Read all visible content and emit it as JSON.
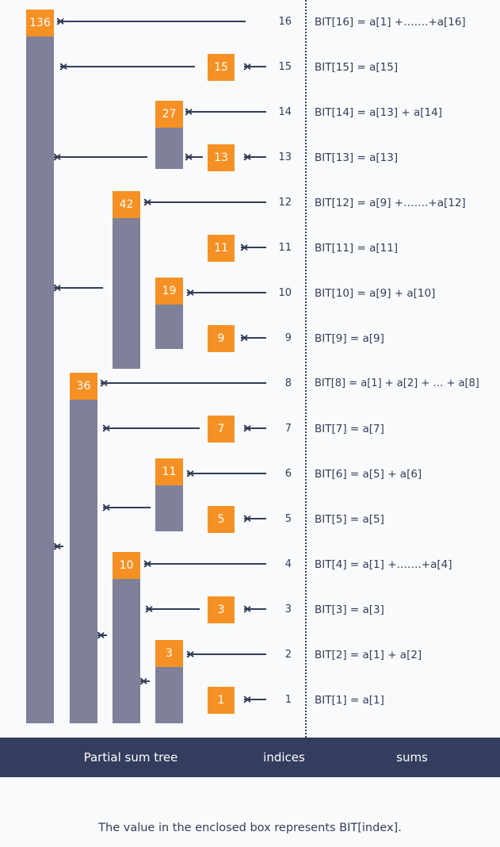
{
  "colors": {
    "background": "#f9fafb",
    "bar": "#7f8099",
    "accent": "#f59124",
    "ink": "#333d57",
    "band": "#333d5e",
    "band_text": "#ffffff"
  },
  "footer": {
    "columns": [
      {
        "label": "Partial sum tree"
      },
      {
        "label": "indices"
      },
      {
        "label": "sums"
      }
    ],
    "caption": "The value in the enclosed box represents BIT[index]."
  },
  "chart_data": {
    "type": "diagram",
    "title": "Binary Indexed Tree (Fenwick tree) partial sum structure",
    "indices": [
      16,
      15,
      14,
      13,
      12,
      11,
      10,
      9,
      8,
      7,
      6,
      5,
      4,
      3,
      2,
      1
    ],
    "bit_values": {
      "16": 136,
      "15": 15,
      "14": 27,
      "13": 13,
      "12": 42,
      "11": 11,
      "10": 19,
      "9": 9,
      "8": 36,
      "7": 7,
      "6": 11,
      "5": 5,
      "4": 10,
      "3": 3,
      "2": 3,
      "1": 1
    },
    "columns": [
      "Partial sum tree",
      "indices",
      "sums"
    ]
  },
  "rows": [
    {
      "index": "16",
      "value": "136",
      "sum": "BIT[16] = a[1] +…….+a[16]"
    },
    {
      "index": "15",
      "value": "15",
      "sum": "BIT[15] = a[15]"
    },
    {
      "index": "14",
      "value": "27",
      "sum": "BIT[14] = a[13] + a[14]"
    },
    {
      "index": "13",
      "value": "13",
      "sum": "BIT[13] = a[13]"
    },
    {
      "index": "12",
      "value": "42",
      "sum": "BIT[12] = a[9] +…….+a[12]"
    },
    {
      "index": "11",
      "value": "11",
      "sum": "BIT[11] = a[11]"
    },
    {
      "index": "10",
      "value": "19",
      "sum": "BIT[10] = a[9] + a[10]"
    },
    {
      "index": "9",
      "value": "9",
      "sum": "BIT[9] = a[9]"
    },
    {
      "index": "8",
      "value": "36",
      "sum": "BIT[8] = a[1] + a[2] + … + a[8]"
    },
    {
      "index": "7",
      "value": "7",
      "sum": "BIT[7] = a[7]"
    },
    {
      "index": "6",
      "value": "11",
      "sum": "BIT[6] = a[5] + a[6]"
    },
    {
      "index": "5",
      "value": "5",
      "sum": "BIT[5] = a[5]"
    },
    {
      "index": "4",
      "value": "10",
      "sum": "BIT[4] = a[1] +…….+a[4]"
    },
    {
      "index": "3",
      "value": "3",
      "sum": "BIT[3] = a[3]"
    },
    {
      "index": "2",
      "value": "3",
      "sum": "BIT[2] = a[1] + a[2]"
    },
    {
      "index": "1",
      "value": "1",
      "sum": "BIT[1] = a[1]"
    }
  ]
}
